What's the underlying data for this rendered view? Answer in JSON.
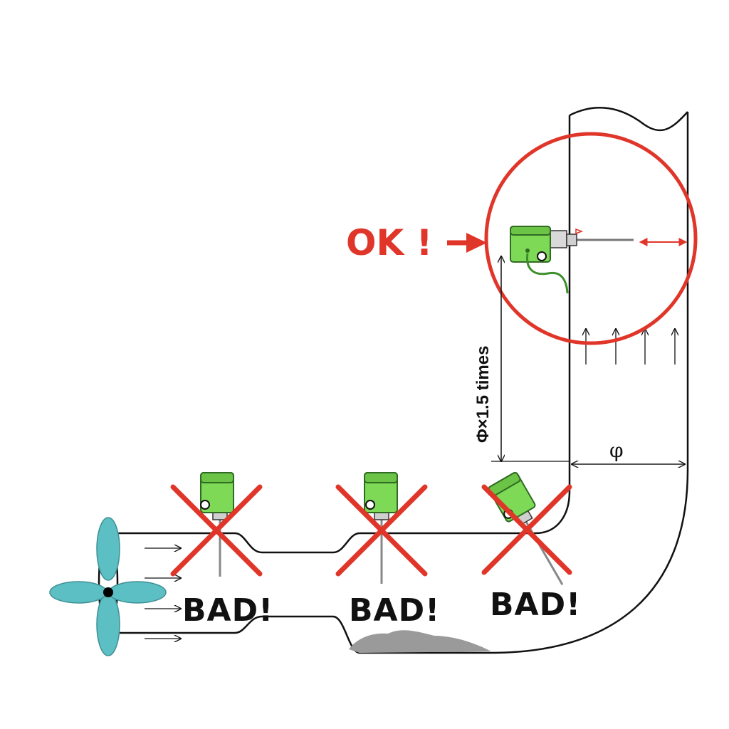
{
  "labels": {
    "ok": "OK !",
    "bad": "BAD!",
    "distance": "Φ×1.5 times",
    "diameter": "φ"
  },
  "colors": {
    "pipe": "#111111",
    "sensor_body": "#7ed957",
    "sensor_dark": "#3d8f2a",
    "cross": "#e0362a",
    "ok": "#e0362a",
    "fan": "#5bbfc4",
    "sediment": "#9a9a9a"
  },
  "icons": [
    "fan-icon",
    "level-sensor-icon",
    "cross-mark-icon",
    "flow-arrow-icon",
    "red-arrow-icon"
  ]
}
